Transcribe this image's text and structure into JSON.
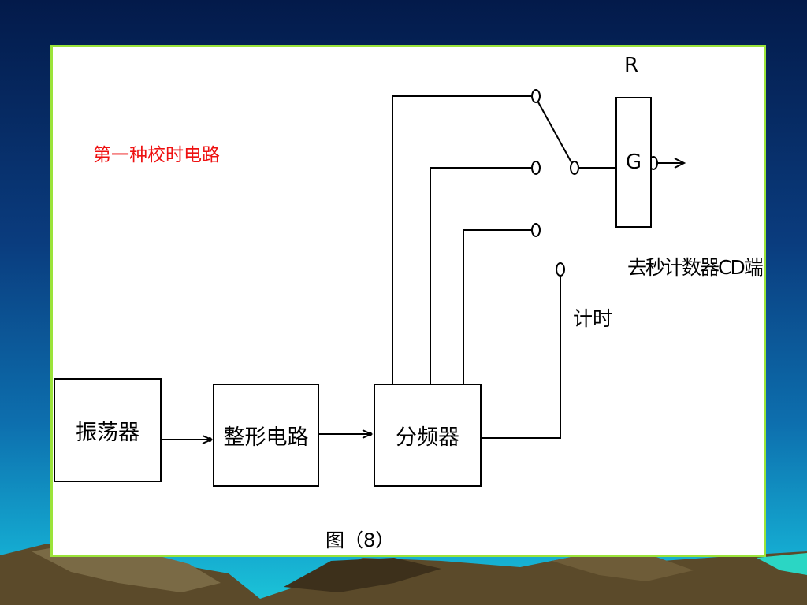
{
  "colors": {
    "background_top": "#031a4a",
    "background_bottom": "#1cc6d8",
    "slide_border": "#9be33a",
    "title": "#ee1111"
  },
  "slide": {
    "title": "第一种校时电路"
  },
  "diagram": {
    "oscillator": "振荡器",
    "shaping_circuit": "整形电路",
    "frequency_divider": "分频器",
    "gate": "G",
    "gate_input_label": "R",
    "output_label": "去秒计数器CD端",
    "timing_label": "计时",
    "figure_caption": "图（8）"
  }
}
